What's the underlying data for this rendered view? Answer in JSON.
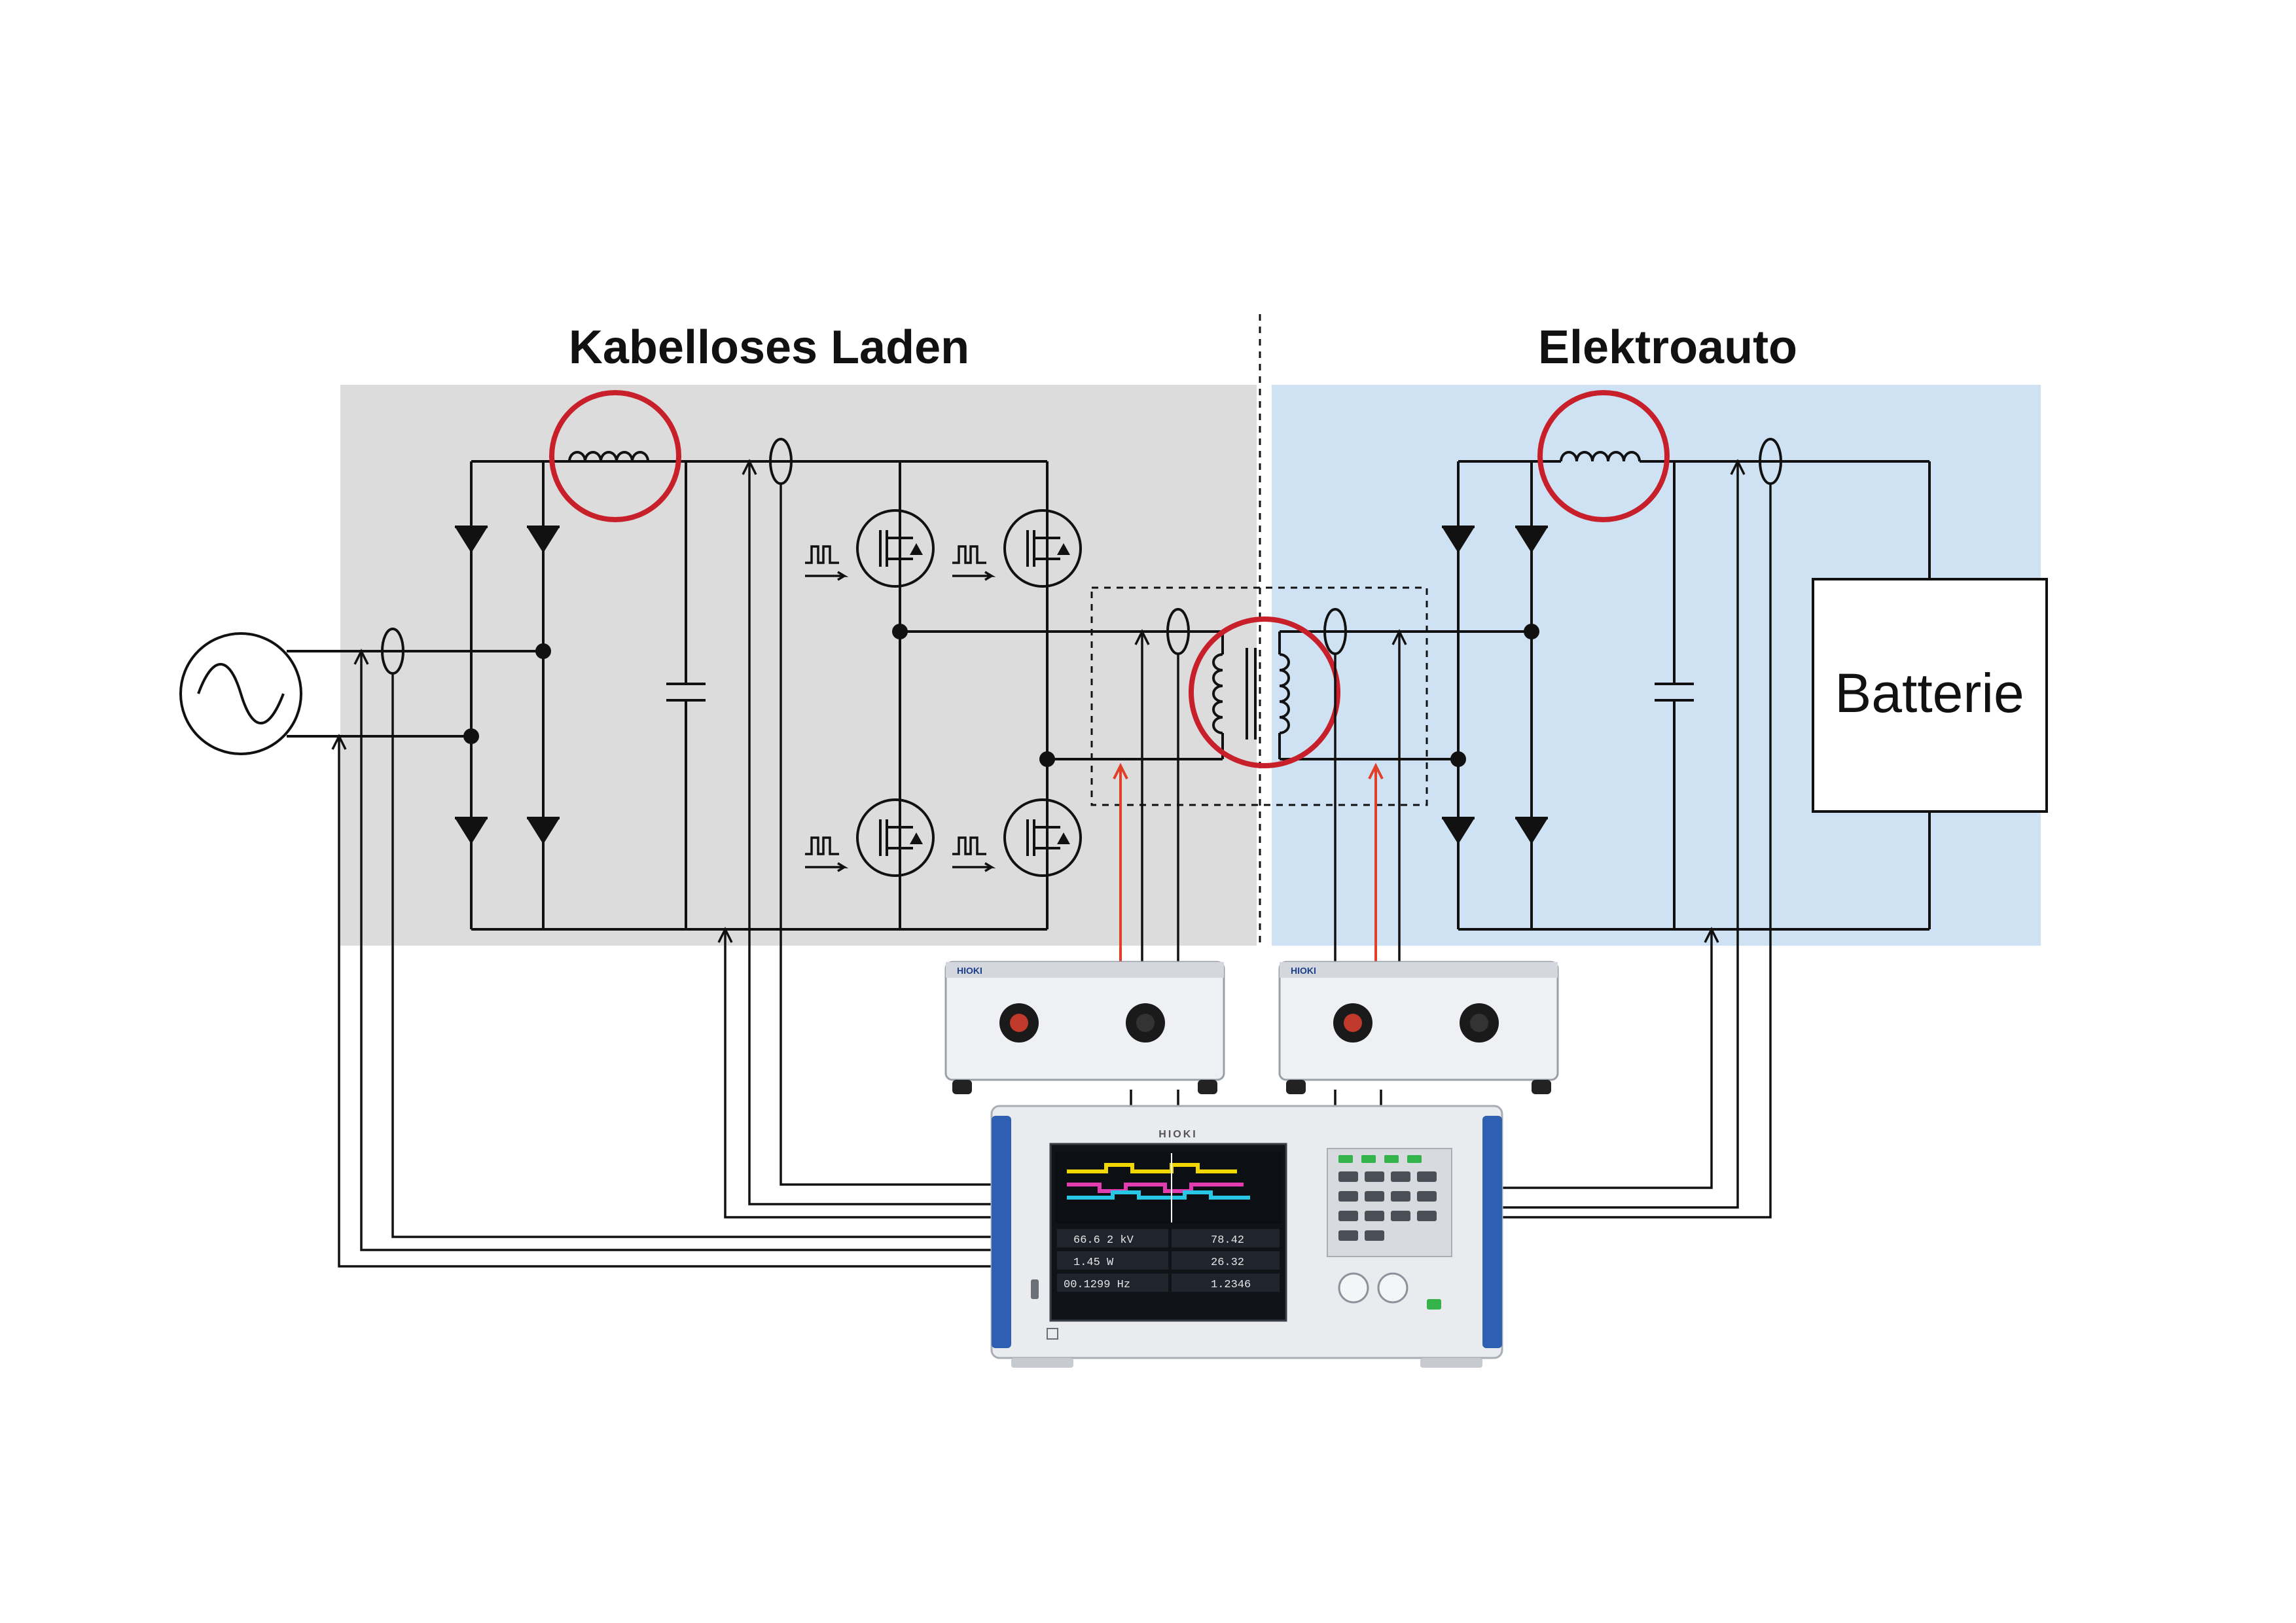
{
  "diagram": {
    "left_section_title": "Kabelloses Laden",
    "right_section_title": "Elektroauto",
    "battery_label": "Batterie",
    "probe_brand": "HIOKI",
    "meter_brand": "HIOKI",
    "colors": {
      "left_background": "#dcdcdc",
      "right_background": "#cfe2f4",
      "highlight_ring": "#c8202a",
      "probe_signal": "#e0402a",
      "wire": "#111111"
    },
    "meter_screen": {
      "rows": [
        {
          "left": "66.6 2 kV",
          "right": "78.42"
        },
        {
          "left": "1.45 W",
          "right": "26.32"
        },
        {
          "left": "00.1299 Hz",
          "right": "1.2346"
        }
      ]
    }
  }
}
